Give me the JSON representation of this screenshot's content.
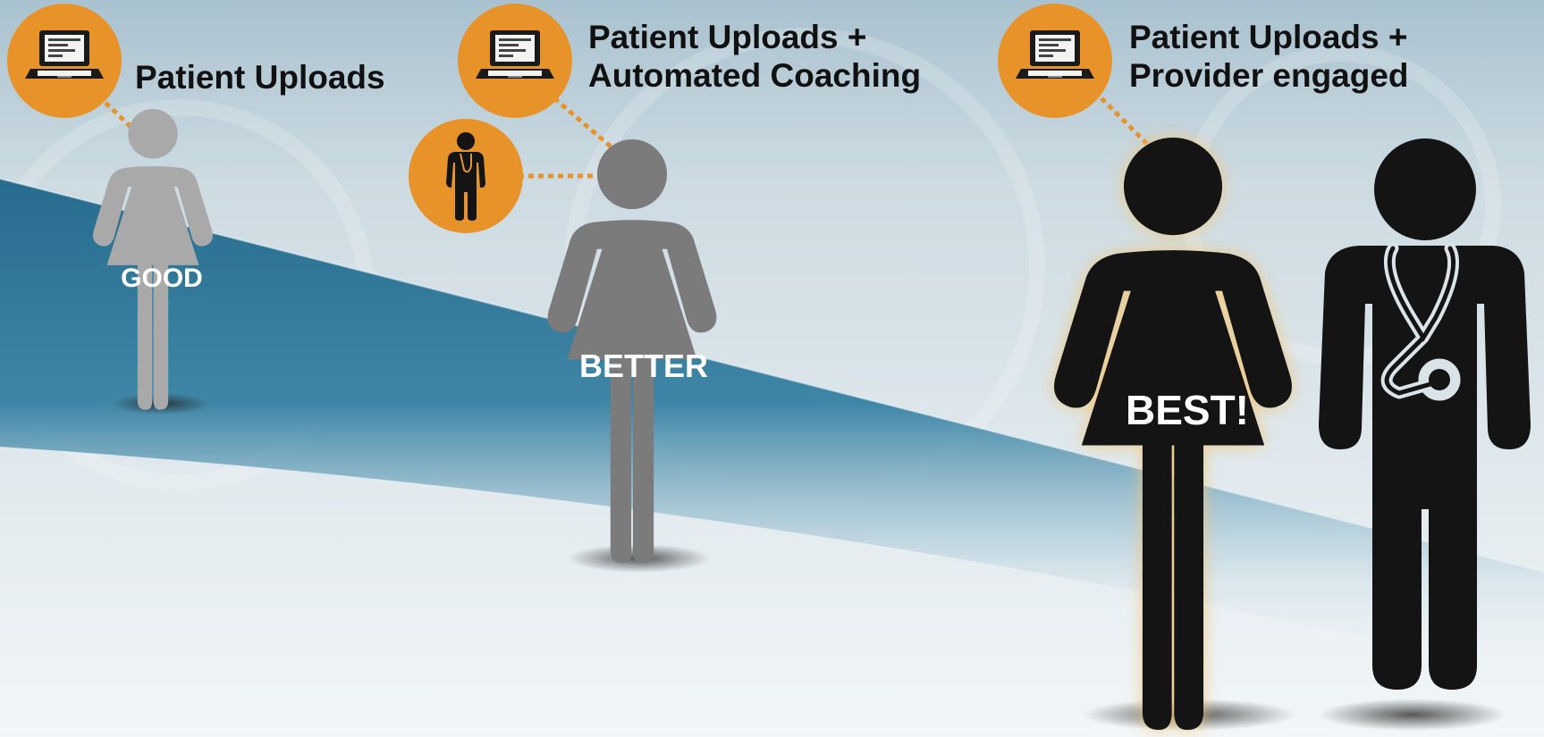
{
  "stages": [
    {
      "caption_lines": [
        "Patient Uploads"
      ],
      "level": "GOOD",
      "icons": [
        "laptop-icon"
      ]
    },
    {
      "caption_lines": [
        "Patient Uploads +",
        "Automated Coaching"
      ],
      "level": "BETTER",
      "icons": [
        "laptop-icon",
        "coach-icon"
      ]
    },
    {
      "caption_lines": [
        "Patient Uploads +",
        "Provider engaged"
      ],
      "level": "BEST!",
      "icons": [
        "laptop-icon",
        "doctor-icon"
      ]
    }
  ],
  "colors": {
    "accent_orange": "#e8922a",
    "band_blue": "#2e7596",
    "figure_good": "#a9a9a9",
    "figure_better": "#7b7b7b",
    "figure_best": "#141414",
    "glow": "#f2c77f"
  }
}
